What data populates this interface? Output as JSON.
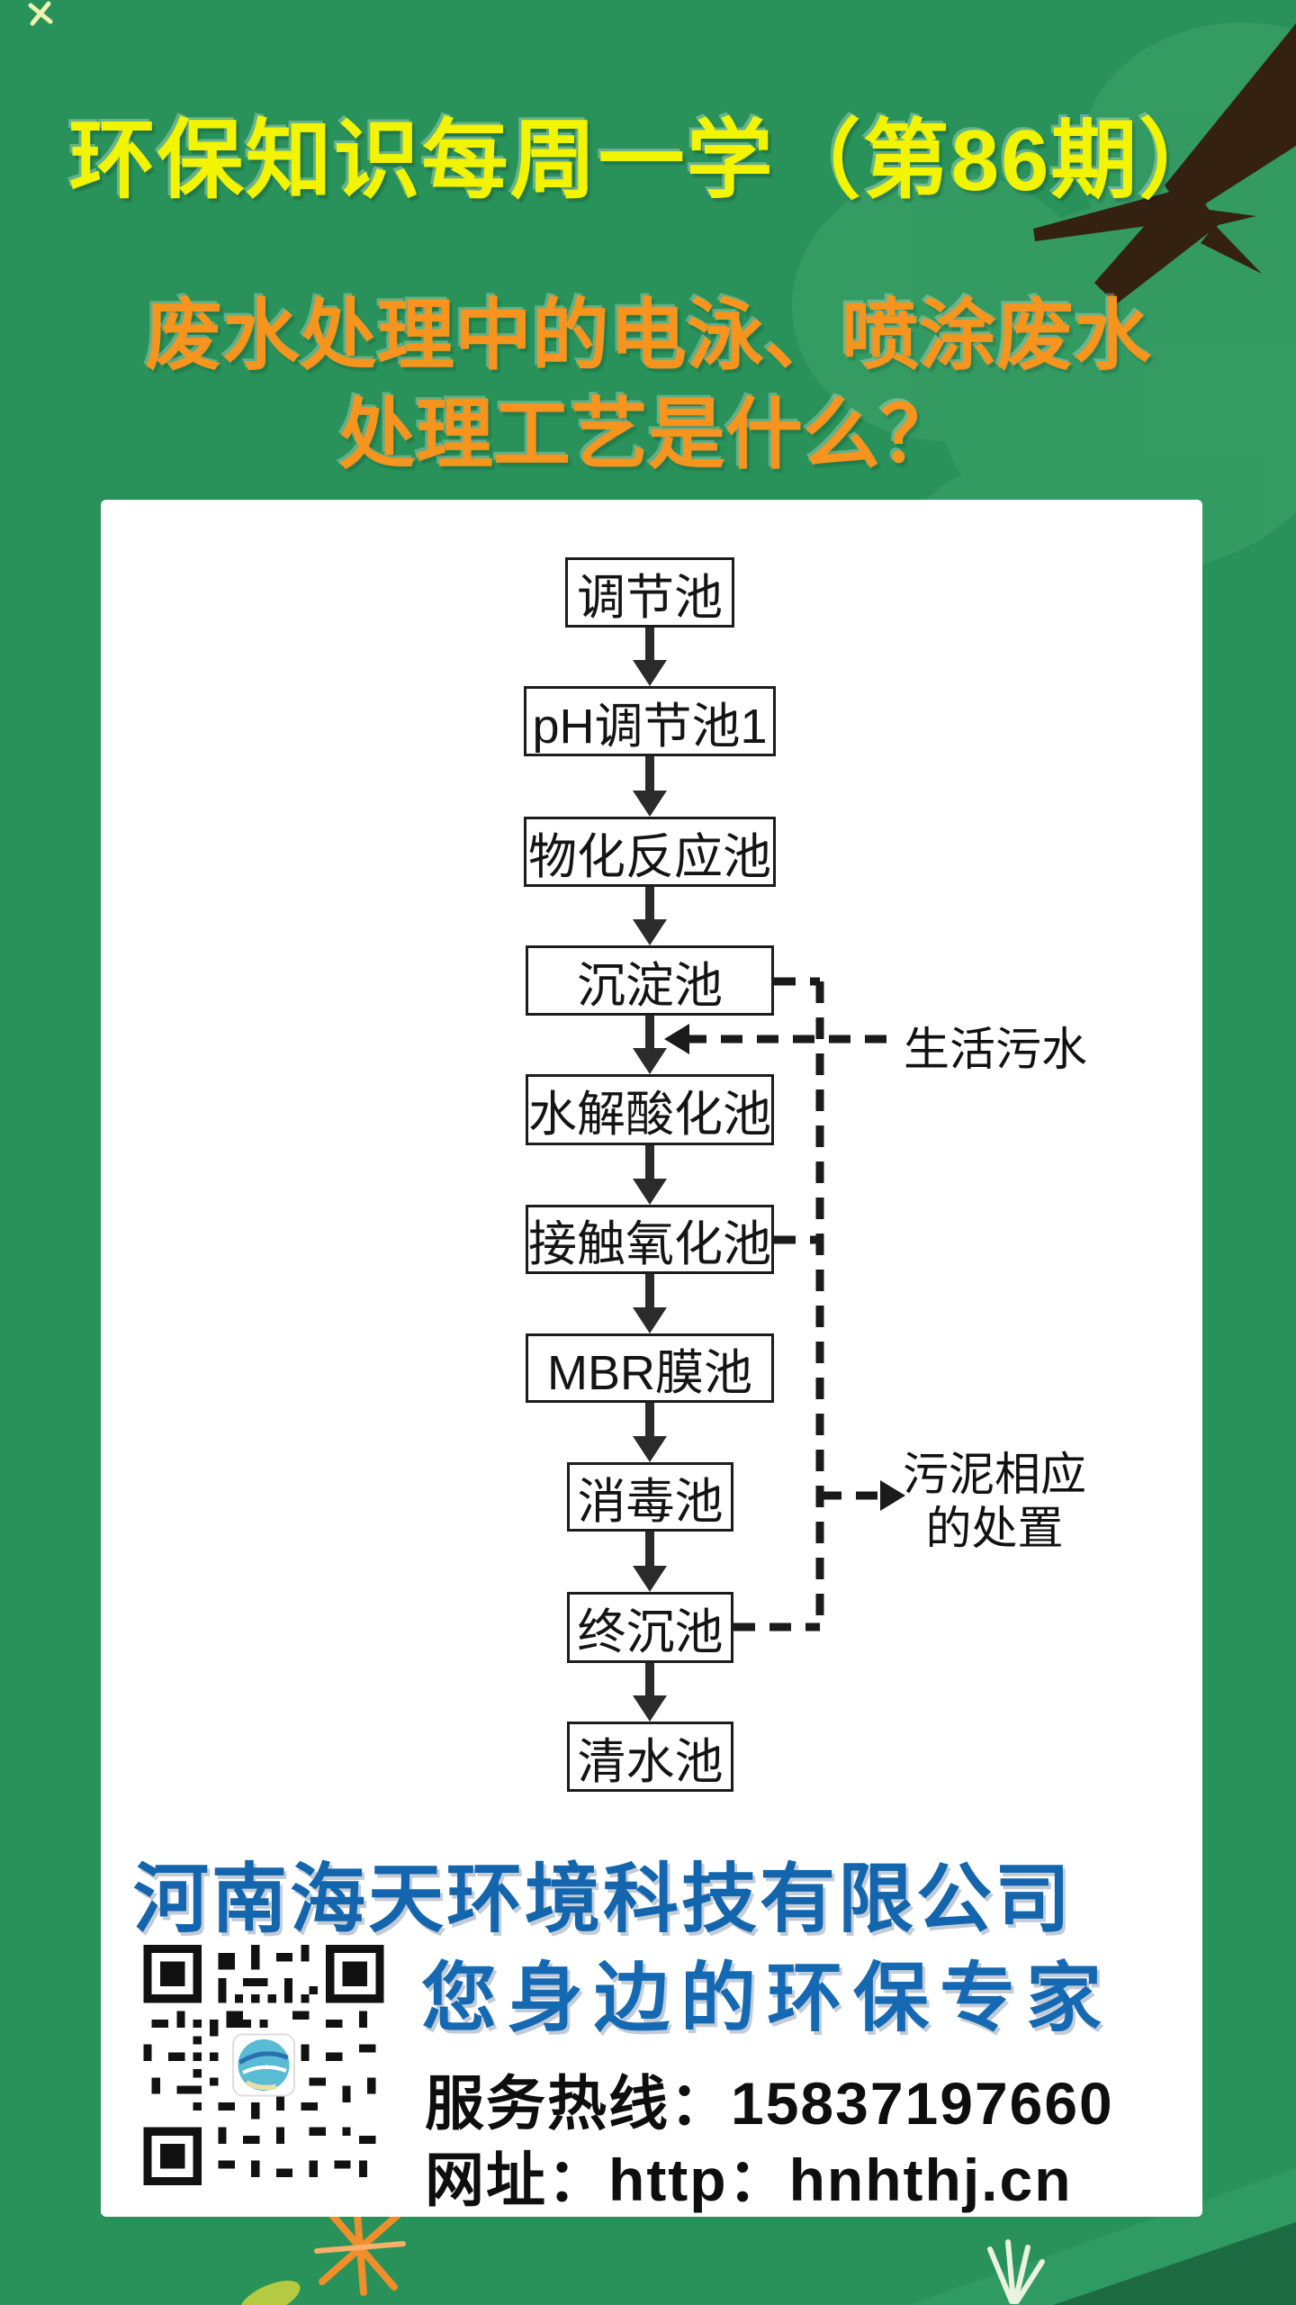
{
  "poster": {
    "title": "环保知识每周一学（第86期）",
    "subtitle_line1": "废水处理中的电泳、喷涂废水",
    "subtitle_line2": "处理工艺是什么？"
  },
  "flowchart": {
    "nodes": [
      {
        "label": "调节池"
      },
      {
        "label": "pH调节池1"
      },
      {
        "label": "物化反应池"
      },
      {
        "label": "沉淀池"
      },
      {
        "label": "水解酸化池"
      },
      {
        "label": "接触氧化池"
      },
      {
        "label": "MBR膜池"
      },
      {
        "label": "消毒池"
      },
      {
        "label": "终沉池"
      },
      {
        "label": "清水池"
      }
    ],
    "annotations": {
      "inflow_label": "生活污水",
      "sludge_label_line1": "污泥相应",
      "sludge_label_line2": "的处置"
    },
    "links": {
      "main_flow": "调节池→pH调节池1→物化反应池→沉淀池→水解酸化池→接触氧化池→MBR膜池→消毒池→终沉池→清水池",
      "inflow_target": "沉淀池→水解酸化池 之间",
      "sludge_sources": [
        "沉淀池",
        "接触氧化池",
        "终沉池"
      ]
    }
  },
  "footer": {
    "company": "河南海天环境科技有限公司",
    "slogan": "您身边的环保专家",
    "hotline": "服务热线：15837197660",
    "website": "网址：http：hnhthj.cn"
  },
  "colors": {
    "background_green": "#28925a",
    "title_yellow": "#f2f400",
    "subtitle_orange": "#f7941d",
    "brand_blue": "#1366ad",
    "flow_line_black": "#2b2b2b",
    "branch_brown": "#342112"
  }
}
